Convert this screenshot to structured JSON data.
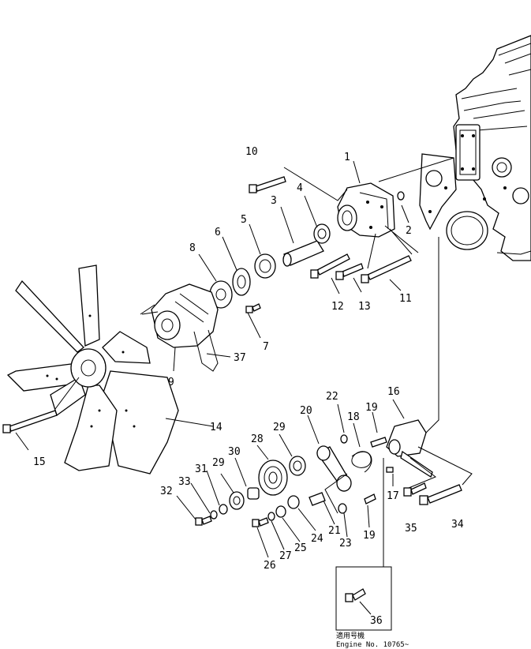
{
  "diagram": {
    "callouts": [
      {
        "id": "c10",
        "text": "10"
      },
      {
        "id": "c1",
        "text": "1"
      },
      {
        "id": "c3",
        "text": "3"
      },
      {
        "id": "c4",
        "text": "4"
      },
      {
        "id": "c2",
        "text": "2"
      },
      {
        "id": "c6",
        "text": "6"
      },
      {
        "id": "c5",
        "text": "5"
      },
      {
        "id": "c8",
        "text": "8"
      },
      {
        "id": "c12",
        "text": "12"
      },
      {
        "id": "c13",
        "text": "13"
      },
      {
        "id": "c11",
        "text": "11"
      },
      {
        "id": "c7",
        "text": "7"
      },
      {
        "id": "c37",
        "text": "37"
      },
      {
        "id": "c9",
        "text": "9"
      },
      {
        "id": "c22",
        "text": "22"
      },
      {
        "id": "c16",
        "text": "16"
      },
      {
        "id": "c20",
        "text": "20"
      },
      {
        "id": "c19a",
        "text": "19"
      },
      {
        "id": "c18",
        "text": "18"
      },
      {
        "id": "c14",
        "text": "14"
      },
      {
        "id": "c29a",
        "text": "29"
      },
      {
        "id": "c28",
        "text": "28"
      },
      {
        "id": "c15",
        "text": "15"
      },
      {
        "id": "c30",
        "text": "30"
      },
      {
        "id": "c31",
        "text": "31"
      },
      {
        "id": "c29b",
        "text": "29"
      },
      {
        "id": "c33",
        "text": "33"
      },
      {
        "id": "c32",
        "text": "32"
      },
      {
        "id": "c17",
        "text": "17"
      },
      {
        "id": "c35",
        "text": "35"
      },
      {
        "id": "c34",
        "text": "34"
      },
      {
        "id": "c21",
        "text": "21"
      },
      {
        "id": "c24",
        "text": "24"
      },
      {
        "id": "c19b",
        "text": "19"
      },
      {
        "id": "c23",
        "text": "23"
      },
      {
        "id": "c25",
        "text": "25"
      },
      {
        "id": "c27",
        "text": "27"
      },
      {
        "id": "c26",
        "text": "26"
      },
      {
        "id": "c36",
        "text": "36"
      }
    ],
    "applicability_label": "適用号機",
    "engine_serial": "Engine No. 10765~"
  }
}
